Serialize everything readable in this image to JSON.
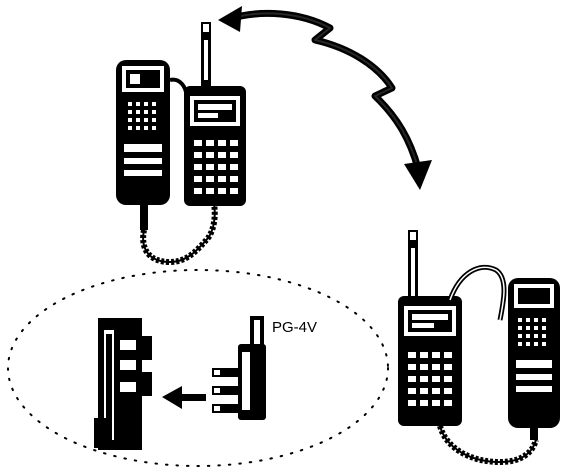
{
  "diagram": {
    "label_pg4v": "PG-4V",
    "ink_color": "#000000",
    "background_color": "#ffffff"
  },
  "elements": [
    {
      "name": "handheld-radio-with-speaker-mic-top-left"
    },
    {
      "name": "handheld-radio-with-speaker-mic-bottom-right"
    },
    {
      "name": "wireless-link-bidirectional-arrow"
    },
    {
      "name": "pg4v-adapter-connection-detail"
    }
  ]
}
